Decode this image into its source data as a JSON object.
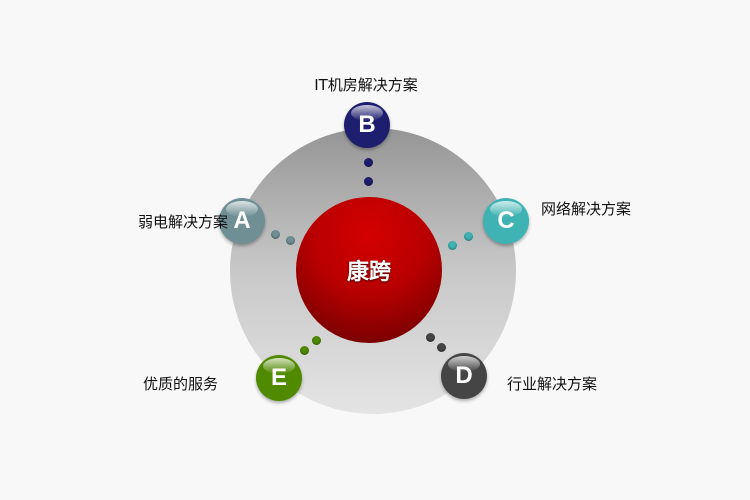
{
  "center": {
    "label": "康跨"
  },
  "nodes": [
    {
      "letter": "A",
      "label": "弱电解决方案",
      "color": "#6f8f94"
    },
    {
      "letter": "B",
      "label": "IT机房解决方案",
      "color": "#1e1e6e"
    },
    {
      "letter": "C",
      "label": "网络解决方案",
      "color": "#3fb3b3"
    },
    {
      "letter": "D",
      "label": "行业解决方案",
      "color": "#454545"
    },
    {
      "letter": "E",
      "label": "优质的服务",
      "color": "#4f8a00"
    }
  ]
}
